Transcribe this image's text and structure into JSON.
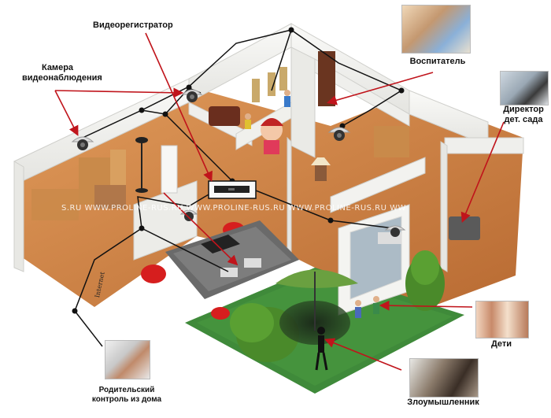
{
  "labels": {
    "dvr": "Видеорегистратор",
    "camera_line1": "Камера",
    "camera_line2": "видеонаблюдения",
    "teacher": "Воспитатель",
    "director_line1": "Директор",
    "director_line2": "дет. сада",
    "children": "Дети",
    "intruder": "Злоумышленник",
    "parent_line1": "Родительский",
    "parent_line2": "контроль из дома",
    "internet": "Internet"
  },
  "watermark": {
    "text": "S.RU   WWW.PROLINE-RUS.RU   WWW.PROLINE-RUS.RU   WWW.PROLINE-RUS.RU   WW"
  },
  "colors": {
    "wall": "#f2f2f0",
    "wall_edge": "#d9d9d6",
    "floor": "#d48a4a",
    "lawn": "#3f8a3a",
    "arrow": "#c0141b",
    "cable": "#111111"
  }
}
